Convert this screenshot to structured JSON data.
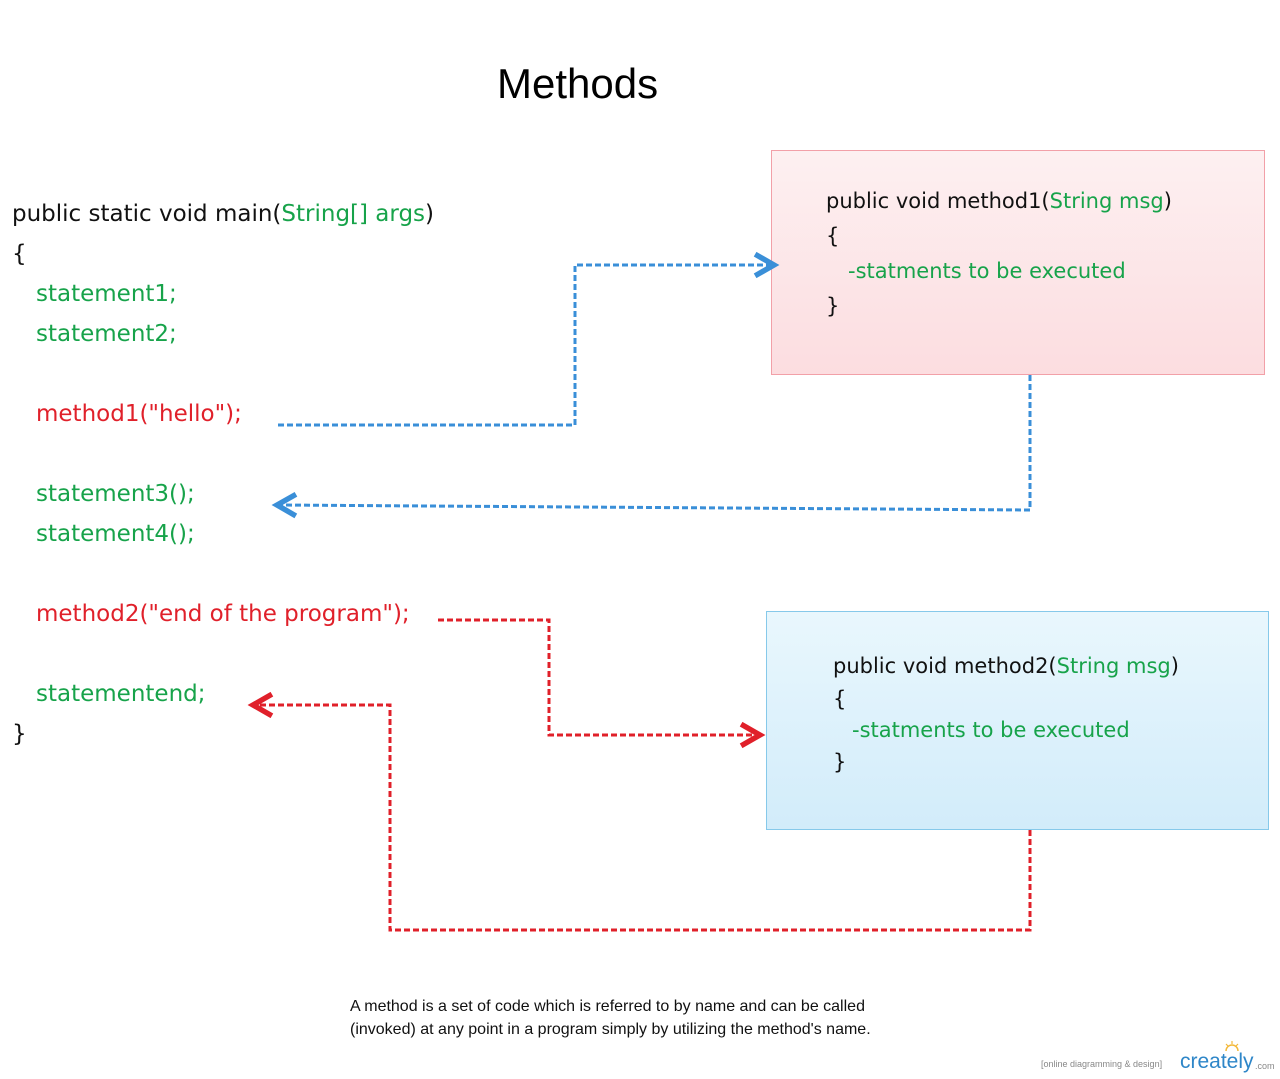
{
  "title": "Methods",
  "main_code": {
    "signature_pre": "public static void main(",
    "signature_param": "String[] args",
    "signature_post": ")",
    "open_brace": "{",
    "statement1": "statement1;",
    "statement2": "statement2;",
    "call_method1": "method1(\"hello\");",
    "statement3": "statement3();",
    "statement4": "statement4();",
    "call_method2": "method2(\"end of the program\");",
    "statementend": "statementend;",
    "close_brace": "}"
  },
  "method1_box": {
    "signature_pre": "public void method1(",
    "signature_param": "String msg",
    "signature_post": ")",
    "open_brace": "{",
    "body": "-statments to be executed",
    "close_brace": "}"
  },
  "method2_box": {
    "signature_pre": "public void method2(",
    "signature_param": "String msg",
    "signature_post": ")",
    "open_brace": "{",
    "body": "-statments to be executed",
    "close_brace": "}"
  },
  "caption": {
    "line1": "A method is a set of code which is referred to by name and can be called",
    "line2": "(invoked) at any point in a program simply by utilizing the method's name."
  },
  "branding": {
    "tagline": "[online diagramming & design]",
    "name": "creately",
    "tld": ".com"
  },
  "colors": {
    "blue_arrow": "#3a8fd8",
    "red_arrow": "#e0202a",
    "keyword_green": "#17a34a",
    "call_red": "#e0202a"
  }
}
